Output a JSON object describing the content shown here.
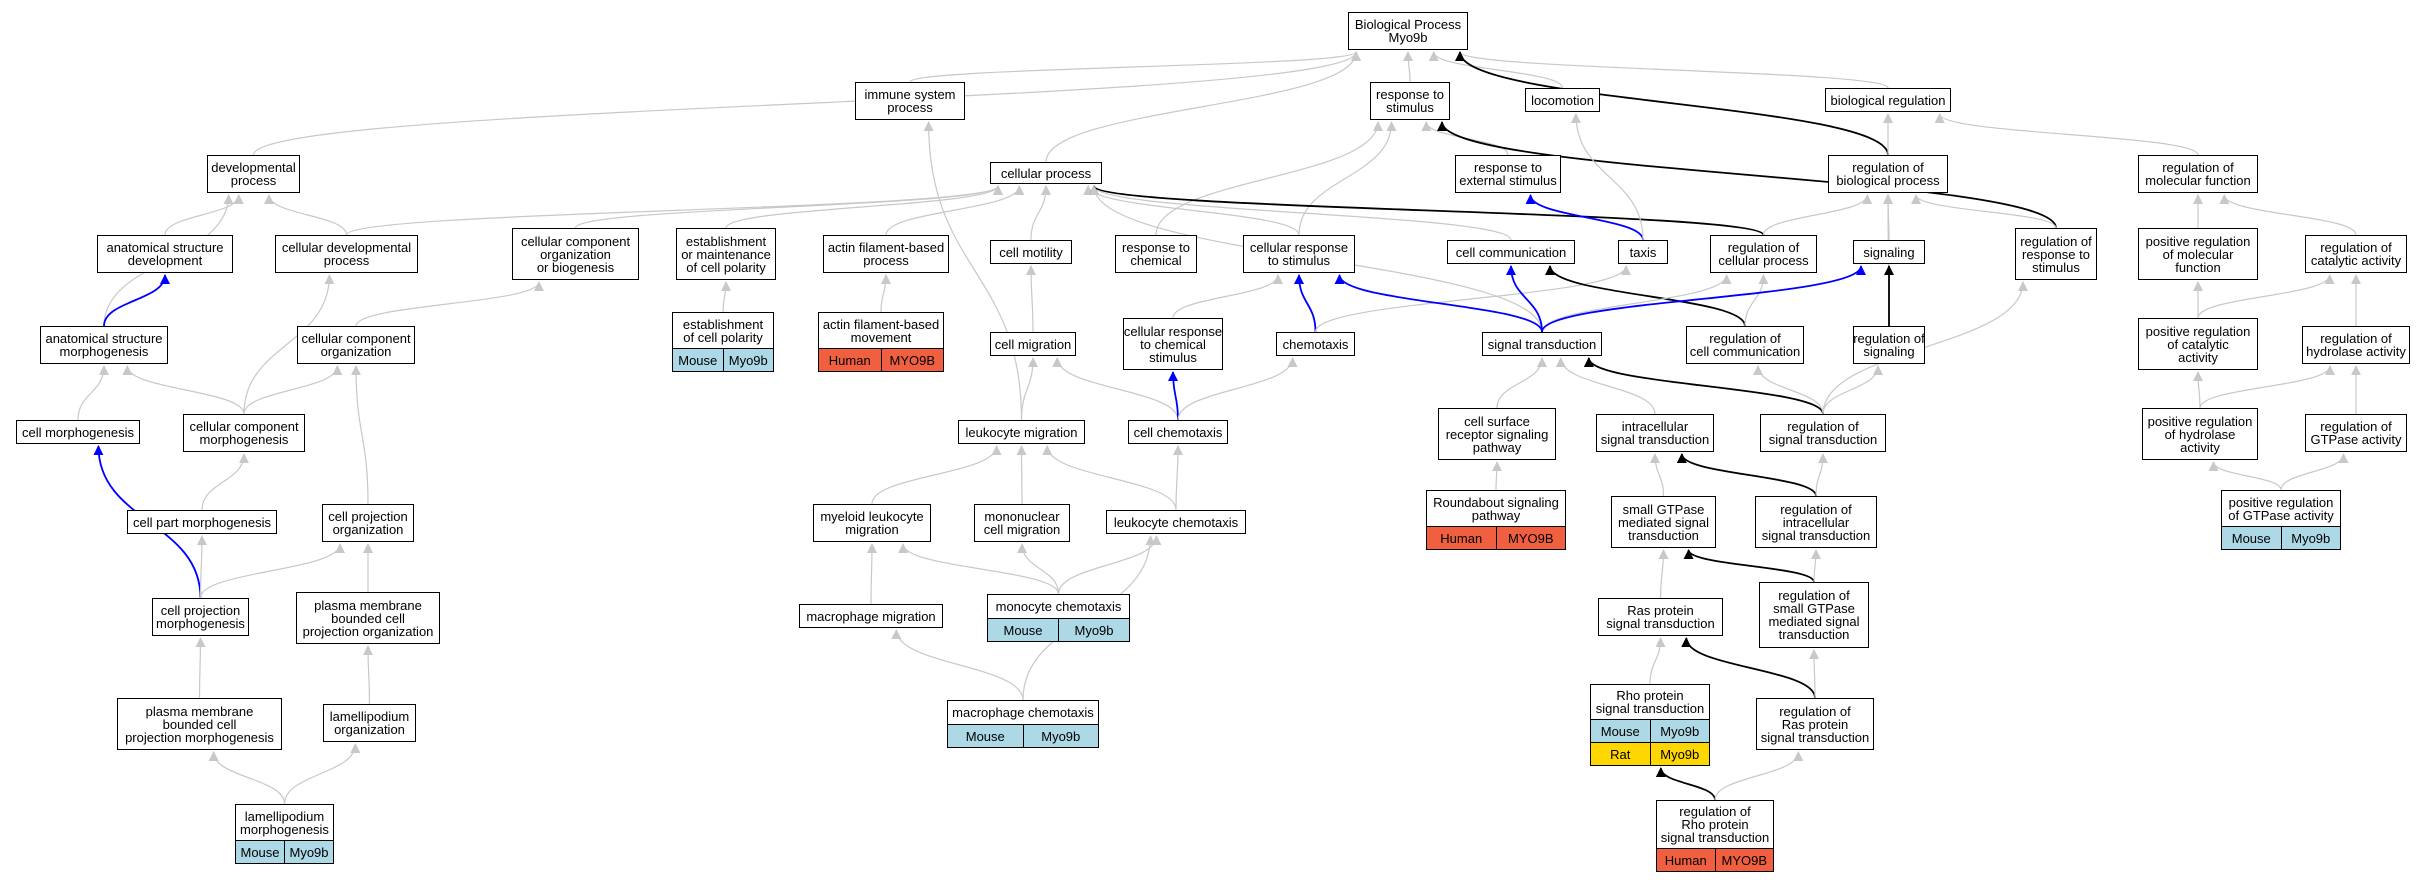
{
  "colors": {
    "edge_gray": "#c8c8c8",
    "edge_black": "#000000",
    "edge_blue": "#0000ff",
    "mouse_bg": "#add8e6",
    "human_bg": "#f06040",
    "rat_bg": "#ffd700"
  },
  "nodes": [
    {
      "id": "bp",
      "lines": [
        "Biological Process",
        "Myo9b"
      ]
    },
    {
      "id": "imm",
      "lines": [
        "immune system",
        "process"
      ]
    },
    {
      "id": "rts",
      "lines": [
        "response to",
        "stimulus"
      ]
    },
    {
      "id": "loco",
      "lines": [
        "locomotion"
      ]
    },
    {
      "id": "breg",
      "lines": [
        "biological regulation"
      ]
    },
    {
      "id": "dev",
      "lines": [
        "developmental",
        "process"
      ]
    },
    {
      "id": "cp",
      "lines": [
        "cellular process"
      ]
    },
    {
      "id": "rtes",
      "lines": [
        "response to",
        "external stimulus"
      ]
    },
    {
      "id": "rbp",
      "lines": [
        "regulation of",
        "biological process"
      ]
    },
    {
      "id": "rmf",
      "lines": [
        "regulation of",
        "molecular function"
      ]
    },
    {
      "id": "asd",
      "lines": [
        "anatomical structure",
        "development"
      ]
    },
    {
      "id": "cdp",
      "lines": [
        "cellular developmental",
        "process"
      ]
    },
    {
      "id": "ccob",
      "lines": [
        "cellular component",
        "organization",
        "or biogenesis"
      ]
    },
    {
      "id": "emcp",
      "lines": [
        "establishment",
        "or maintenance",
        "of cell polarity"
      ]
    },
    {
      "id": "afbp",
      "lines": [
        "actin filament-based",
        "process"
      ]
    },
    {
      "id": "cmot",
      "lines": [
        "cell motility"
      ]
    },
    {
      "id": "rtc",
      "lines": [
        "response to",
        "chemical"
      ]
    },
    {
      "id": "crts",
      "lines": [
        "cellular response",
        "to stimulus"
      ]
    },
    {
      "id": "ccom",
      "lines": [
        "cell communication"
      ]
    },
    {
      "id": "taxis",
      "lines": [
        "taxis"
      ]
    },
    {
      "id": "rcp",
      "lines": [
        "regulation of",
        "cellular process"
      ]
    },
    {
      "id": "sig",
      "lines": [
        "signaling"
      ]
    },
    {
      "id": "rrts",
      "lines": [
        "regulation of",
        "response to",
        "stimulus"
      ]
    },
    {
      "id": "prmf",
      "lines": [
        "positive regulation",
        "of molecular",
        "function"
      ]
    },
    {
      "id": "rca",
      "lines": [
        "regulation of",
        "catalytic activity"
      ]
    },
    {
      "id": "asm",
      "lines": [
        "anatomical structure",
        "morphogenesis"
      ]
    },
    {
      "id": "cco",
      "lines": [
        "cellular component",
        "organization"
      ]
    },
    {
      "id": "ecp",
      "lines": [
        "establishment",
        "of cell polarity"
      ],
      "ann": [
        [
          "Mouse",
          "Myo9b",
          "mouse_bg"
        ]
      ]
    },
    {
      "id": "afbm",
      "lines": [
        "actin filament-based",
        "movement"
      ],
      "ann": [
        [
          "Human",
          "MYO9B",
          "human_bg"
        ]
      ]
    },
    {
      "id": "cmig",
      "lines": [
        "cell migration"
      ]
    },
    {
      "id": "crcs",
      "lines": [
        "cellular response",
        "to chemical",
        "stimulus"
      ]
    },
    {
      "id": "chemo",
      "lines": [
        "chemotaxis"
      ]
    },
    {
      "id": "st",
      "lines": [
        "signal transduction"
      ]
    },
    {
      "id": "rcc",
      "lines": [
        "regulation of",
        "cell communication"
      ]
    },
    {
      "id": "rsig",
      "lines": [
        "regulation of",
        "signaling"
      ]
    },
    {
      "id": "prca",
      "lines": [
        "positive regulation",
        "of catalytic",
        "activity"
      ]
    },
    {
      "id": "rha",
      "lines": [
        "regulation of",
        "hydrolase activity"
      ]
    },
    {
      "id": "cmorph",
      "lines": [
        "cell morphogenesis"
      ]
    },
    {
      "id": "ccm",
      "lines": [
        "cellular component",
        "morphogenesis"
      ]
    },
    {
      "id": "lmig",
      "lines": [
        "leukocyte migration"
      ]
    },
    {
      "id": "cchemo",
      "lines": [
        "cell chemotaxis"
      ]
    },
    {
      "id": "csrsp",
      "lines": [
        "cell surface",
        "receptor signaling",
        "pathway"
      ]
    },
    {
      "id": "ist",
      "lines": [
        "intracellular",
        "signal transduction"
      ]
    },
    {
      "id": "rst",
      "lines": [
        "regulation of",
        "signal transduction"
      ]
    },
    {
      "id": "prha",
      "lines": [
        "positive regulation",
        "of hydrolase",
        "activity"
      ]
    },
    {
      "id": "rgtp",
      "lines": [
        "regulation of",
        "GTPase activity"
      ]
    },
    {
      "id": "cpm",
      "lines": [
        "cell part morphogenesis"
      ]
    },
    {
      "id": "cpo",
      "lines": [
        "cell projection",
        "organization"
      ]
    },
    {
      "id": "mlm",
      "lines": [
        "myeloid leukocyte",
        "migration"
      ]
    },
    {
      "id": "mcm",
      "lines": [
        "mononuclear",
        "cell migration"
      ]
    },
    {
      "id": "lchemo",
      "lines": [
        "leukocyte chemotaxis"
      ]
    },
    {
      "id": "rsp",
      "lines": [
        "Roundabout signaling",
        "pathway"
      ],
      "ann": [
        [
          "Human",
          "MYO9B",
          "human_bg"
        ]
      ]
    },
    {
      "id": "sgmst",
      "lines": [
        "small GTPase",
        "mediated signal",
        "transduction"
      ]
    },
    {
      "id": "rist",
      "lines": [
        "regulation of",
        "intracellular",
        "signal transduction"
      ]
    },
    {
      "id": "prgtp",
      "lines": [
        "positive regulation",
        "of GTPase activity"
      ],
      "ann": [
        [
          "Mouse",
          "Myo9b",
          "mouse_bg"
        ]
      ]
    },
    {
      "id": "cpmorph",
      "lines": [
        "cell projection",
        "morphogenesis"
      ]
    },
    {
      "id": "pmbcpo",
      "lines": [
        "plasma membrane",
        "bounded cell",
        "projection organization"
      ]
    },
    {
      "id": "mmig",
      "lines": [
        "macrophage migration"
      ]
    },
    {
      "id": "monochemo",
      "lines": [
        "monocyte chemotaxis"
      ],
      "ann": [
        [
          "Mouse",
          "Myo9b",
          "mouse_bg"
        ]
      ]
    },
    {
      "id": "rsgm",
      "lines": [
        "regulation of",
        "small GTPase",
        "mediated signal",
        "transduction"
      ]
    },
    {
      "id": "rpst",
      "lines": [
        "Ras protein",
        "signal transduction"
      ]
    },
    {
      "id": "pmbcpm",
      "lines": [
        "plasma membrane",
        "bounded cell",
        "projection morphogenesis"
      ]
    },
    {
      "id": "lamorg",
      "lines": [
        "lamellipodium",
        "organization"
      ]
    },
    {
      "id": "macchemo",
      "lines": [
        "macrophage chemotaxis"
      ],
      "ann": [
        [
          "Mouse",
          "Myo9b",
          "mouse_bg"
        ]
      ]
    },
    {
      "id": "rhost",
      "lines": [
        "Rho protein",
        "signal transduction"
      ],
      "ann": [
        [
          "Mouse",
          "Myo9b",
          "mouse_bg"
        ],
        [
          "Rat",
          "Myo9b",
          "rat_bg"
        ]
      ]
    },
    {
      "id": "rrpst",
      "lines": [
        "regulation of",
        "Ras protein",
        "signal transduction"
      ]
    },
    {
      "id": "lammorph",
      "lines": [
        "lamellipodium",
        "morphogenesis"
      ],
      "ann": [
        [
          "Mouse",
          "Myo9b",
          "mouse_bg"
        ]
      ]
    },
    {
      "id": "rrhost",
      "lines": [
        "regulation of",
        "Rho protein",
        "signal transduction"
      ],
      "ann": [
        [
          "Human",
          "MYO9B",
          "human_bg"
        ]
      ]
    }
  ]
}
